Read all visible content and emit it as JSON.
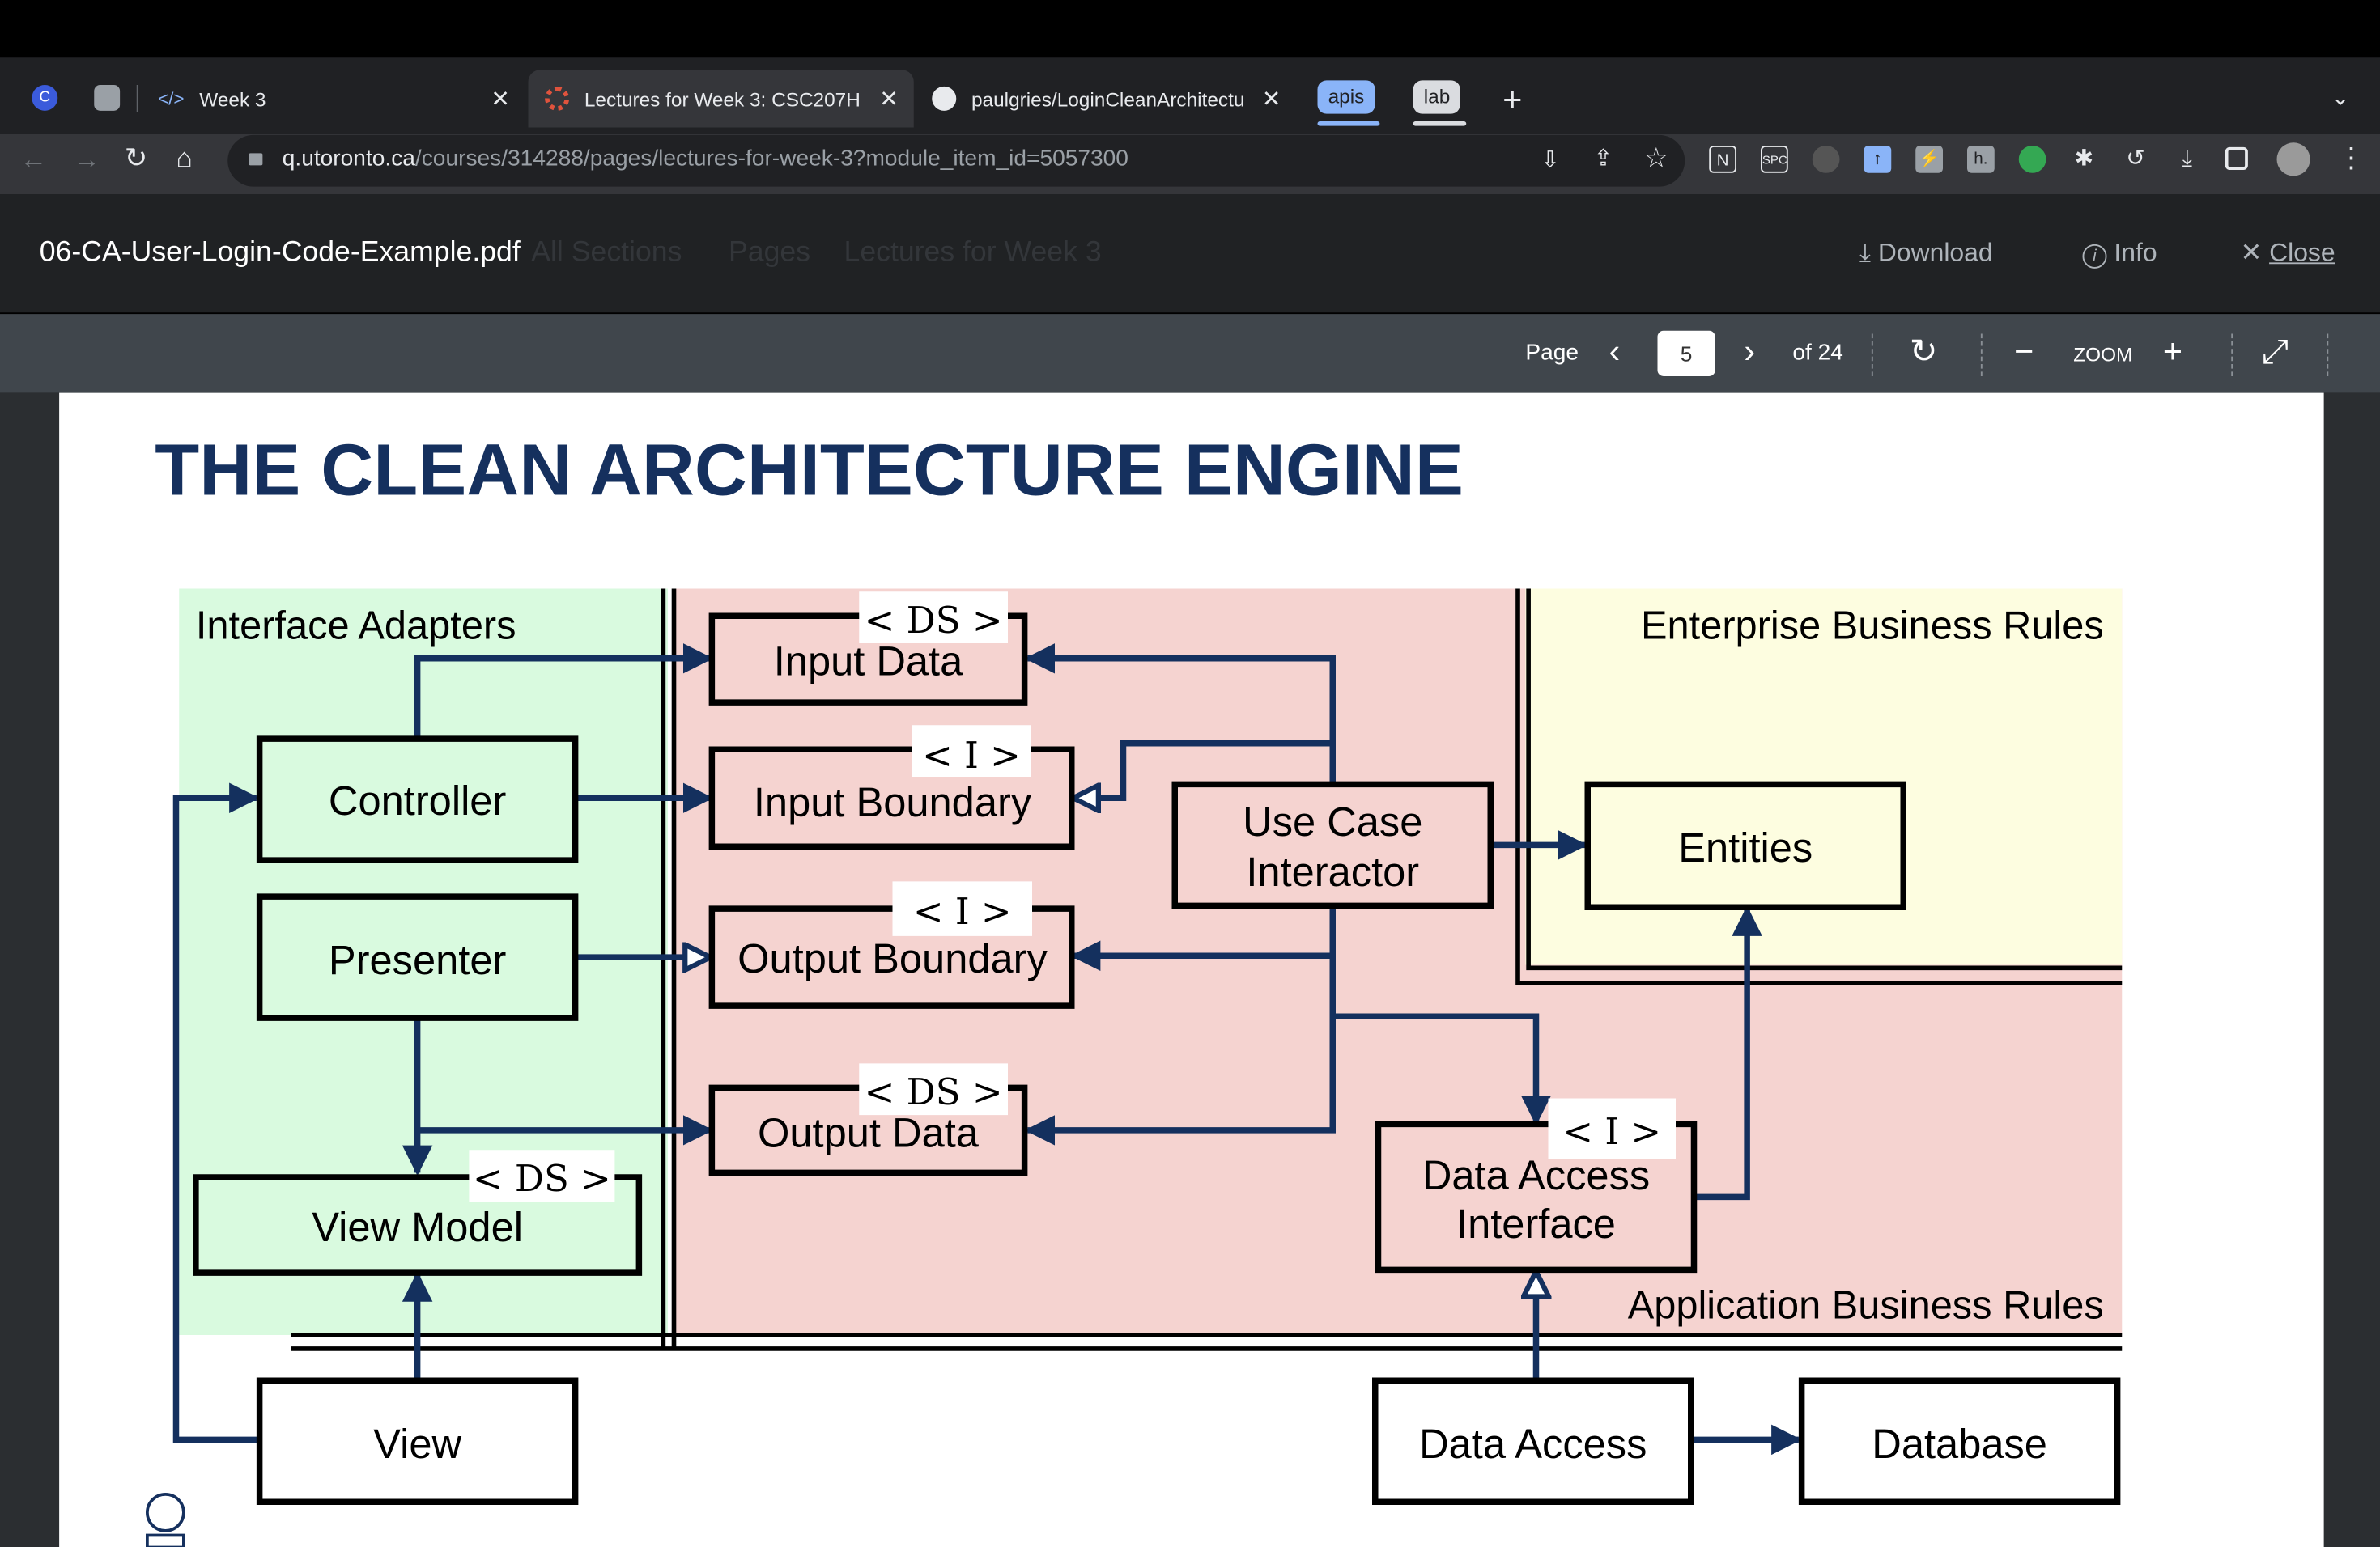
{
  "browser": {
    "tabs": [
      {
        "label": "Week 3",
        "active": false
      },
      {
        "label": "Lectures for Week 3: CSC207H",
        "active": true
      },
      {
        "label": "paulgries/LoginCleanArchitectu",
        "active": false
      }
    ],
    "groups": [
      "apis",
      "lab"
    ],
    "url_host": "q.utoronto.ca",
    "url_path": "/courses/314288/pages/lectures-for-week-3?module_item_id=5057300"
  },
  "viewer": {
    "file_name": "06-CA-User-Login-Code-Example.pdf",
    "download_label": "Download",
    "info_label": "Info",
    "close_label": "Close",
    "page_label": "Page",
    "page_value": "5",
    "page_total": "of 24",
    "zoom_label": "ZOOM",
    "breadcrumb_ghost": [
      "All Sections",
      "Pages",
      "Lectures for Week 3"
    ]
  },
  "slide": {
    "title": "THE CLEAN ARCHITECTURE ENGINE",
    "zones": {
      "interface_adapters": "Interface Adapters",
      "enterprise": "Enterprise Business Rules",
      "application": "Application Business Rules"
    },
    "boxes": {
      "controller": "Controller",
      "presenter": "Presenter",
      "view_model": "View Model",
      "view": "View",
      "input_data": "Input Data",
      "input_boundary": "Input Boundary",
      "output_boundary": "Output Boundary",
      "output_data": "Output Data",
      "use_case_1": "Use Case",
      "use_case_2": "Interactor",
      "entities": "Entities",
      "dai_1": "Data Access",
      "dai_2": "Interface",
      "data_access": "Data Access",
      "database": "Database"
    },
    "tags": {
      "ds": "< DS >",
      "i": "< I >"
    }
  },
  "colors": {
    "green_zone": "#d9fadf",
    "pink_zone": "#f5d3d0",
    "yellow_zone": "#fdfde0",
    "arrow": "#14305e",
    "title": "#15305e"
  }
}
